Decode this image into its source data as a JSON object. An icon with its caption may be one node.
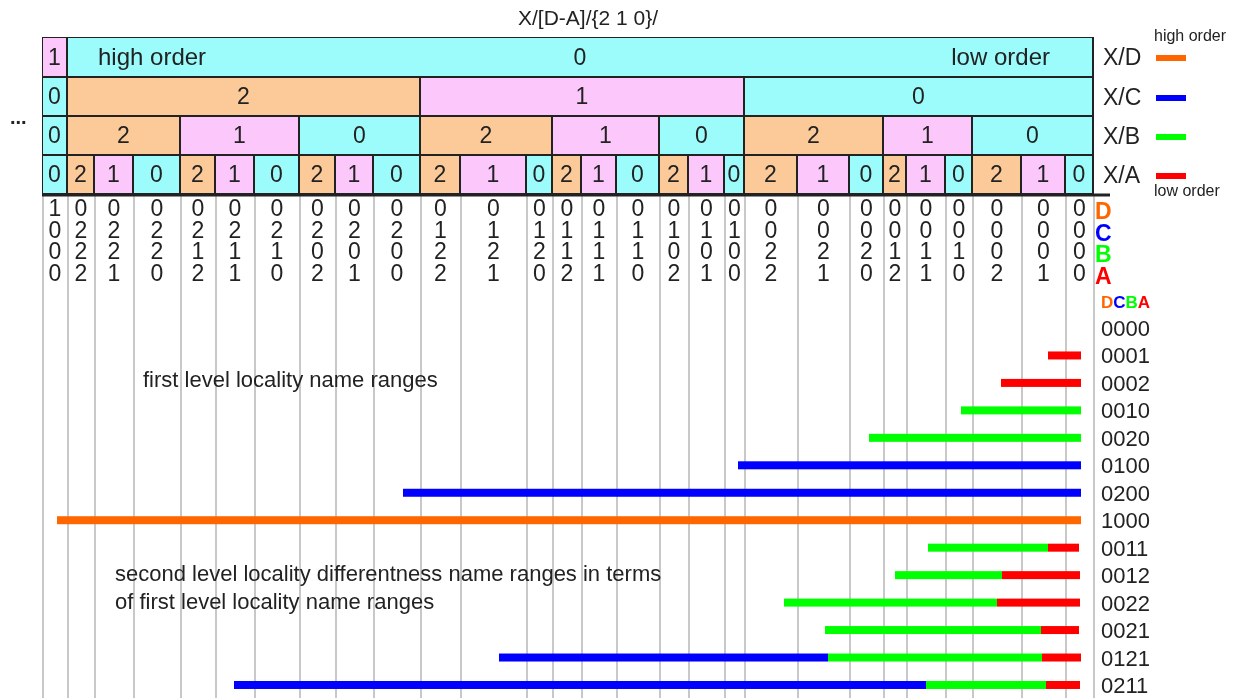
{
  "diagram": {
    "title": "X/[D-A]/{2 1 0}/",
    "nodes": [
      {
        "text": [
          "1"
        ]
      },
      {
        "text": [
          "high order",
          "0",
          "low order"
        ]
      },
      {
        "text": [
          "0"
        ]
      },
      {
        "text": [
          "2"
        ]
      },
      {
        "text": [
          "1"
        ]
      },
      {
        "text": [
          "0"
        ]
      },
      {
        "text": [
          "0"
        ]
      },
      {
        "text": [
          "2"
        ]
      },
      {
        "text": [
          "1"
        ]
      },
      {
        "text": [
          "0"
        ]
      },
      {
        "text": [
          "2"
        ]
      },
      {
        "text": [
          "1"
        ]
      },
      {
        "text": [
          "0"
        ]
      },
      {
        "text": [
          "2"
        ]
      },
      {
        "text": [
          "1"
        ]
      },
      {
        "text": [
          "0"
        ]
      },
      {
        "text": [
          "0"
        ]
      },
      {
        "text": [
          "2"
        ]
      },
      {
        "text": [
          "1"
        ]
      },
      {
        "text": [
          "0"
        ]
      },
      {
        "text": [
          "2"
        ]
      },
      {
        "text": [
          "1"
        ]
      },
      {
        "text": [
          "0"
        ]
      },
      {
        "text": [
          "2"
        ]
      },
      {
        "text": [
          "1"
        ]
      },
      {
        "text": [
          "0"
        ]
      },
      {
        "text": [
          "2"
        ]
      },
      {
        "text": [
          "1"
        ]
      },
      {
        "text": [
          "0"
        ]
      },
      {
        "text": [
          "2"
        ]
      },
      {
        "text": [
          "1"
        ]
      },
      {
        "text": [
          "0"
        ]
      },
      {
        "text": [
          "2"
        ]
      },
      {
        "text": [
          "1"
        ]
      },
      {
        "text": [
          "0"
        ]
      },
      {
        "text": [
          "2"
        ]
      },
      {
        "text": [
          "1"
        ]
      },
      {
        "text": [
          "0"
        ]
      },
      {
        "text": [
          "2"
        ]
      },
      {
        "text": [
          "1"
        ]
      },
      {
        "text": [
          "0"
        ]
      },
      {
        "text": [
          "2"
        ]
      },
      {
        "text": [
          "1"
        ]
      },
      {
        "text": [
          "0"
        ]
      }
    ],
    "labels": [
      "...",
      "high order",
      "low order",
      "1 0 0 0",
      "0 2 2 2",
      "0 2 2 1",
      "0 2 2 0",
      "0 2 1 2",
      "0 2 1 1",
      "0 2 1 0",
      "0 2 0 2",
      "0 2 0 1",
      "0 2 0 0",
      "0 1 2 2",
      "0 1 2 1",
      "0 1 2 0",
      "0 1 1 2",
      "0 1 1 1",
      "0 1 1 0",
      "0 1 0 2",
      "0 1 0 1",
      "0 1 0 0",
      "0 0 2 2",
      "0 0 2 1",
      "0 0 2 0",
      "0 0 1 2",
      "0 0 1 1",
      "0 0 1 0",
      "0 0 0 2",
      "0 0 0 1",
      "0 0 0 0",
      "D",
      "C",
      "B",
      "A",
      "DCBA",
      "first level locality name ranges",
      "0000",
      "0001",
      "0002",
      "0010",
      "0020",
      "0100",
      "0200",
      "1000",
      "0011",
      "0012",
      "0022",
      "0021",
      "0121",
      "0211",
      "second level locality differentness name ranges in terms of first level locality name ranges"
    ],
    "legend": [
      {
        "text": "X/D",
        "color": "#ff6600"
      },
      {
        "text": "X/C",
        "color": "#0000ff"
      },
      {
        "text": "X/B",
        "color": "#00ff00"
      },
      {
        "text": "X/A",
        "color": "#ff0000"
      }
    ]
  }
}
